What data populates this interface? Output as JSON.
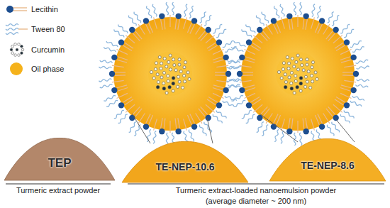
{
  "diagram": {
    "nodes": [
      {
        "text": [
          "TEP"
        ]
      },
      {
        "text": [
          "TE-NEP-10.6"
        ]
      },
      {
        "text": [
          "TE-NEP-8.6"
        ]
      }
    ],
    "labels": [
      "Turmeric extract powder",
      "Turmeric extract-loaded nanoemulsion powder",
      "(average diameter ~ 200 nm)"
    ],
    "legend": [
      {
        "text": "Lecithin"
      },
      {
        "text": "Tween 80"
      },
      {
        "text": "Curcumin"
      },
      {
        "text": "Oil phase",
        "color": "#f5b21b"
      }
    ]
  }
}
